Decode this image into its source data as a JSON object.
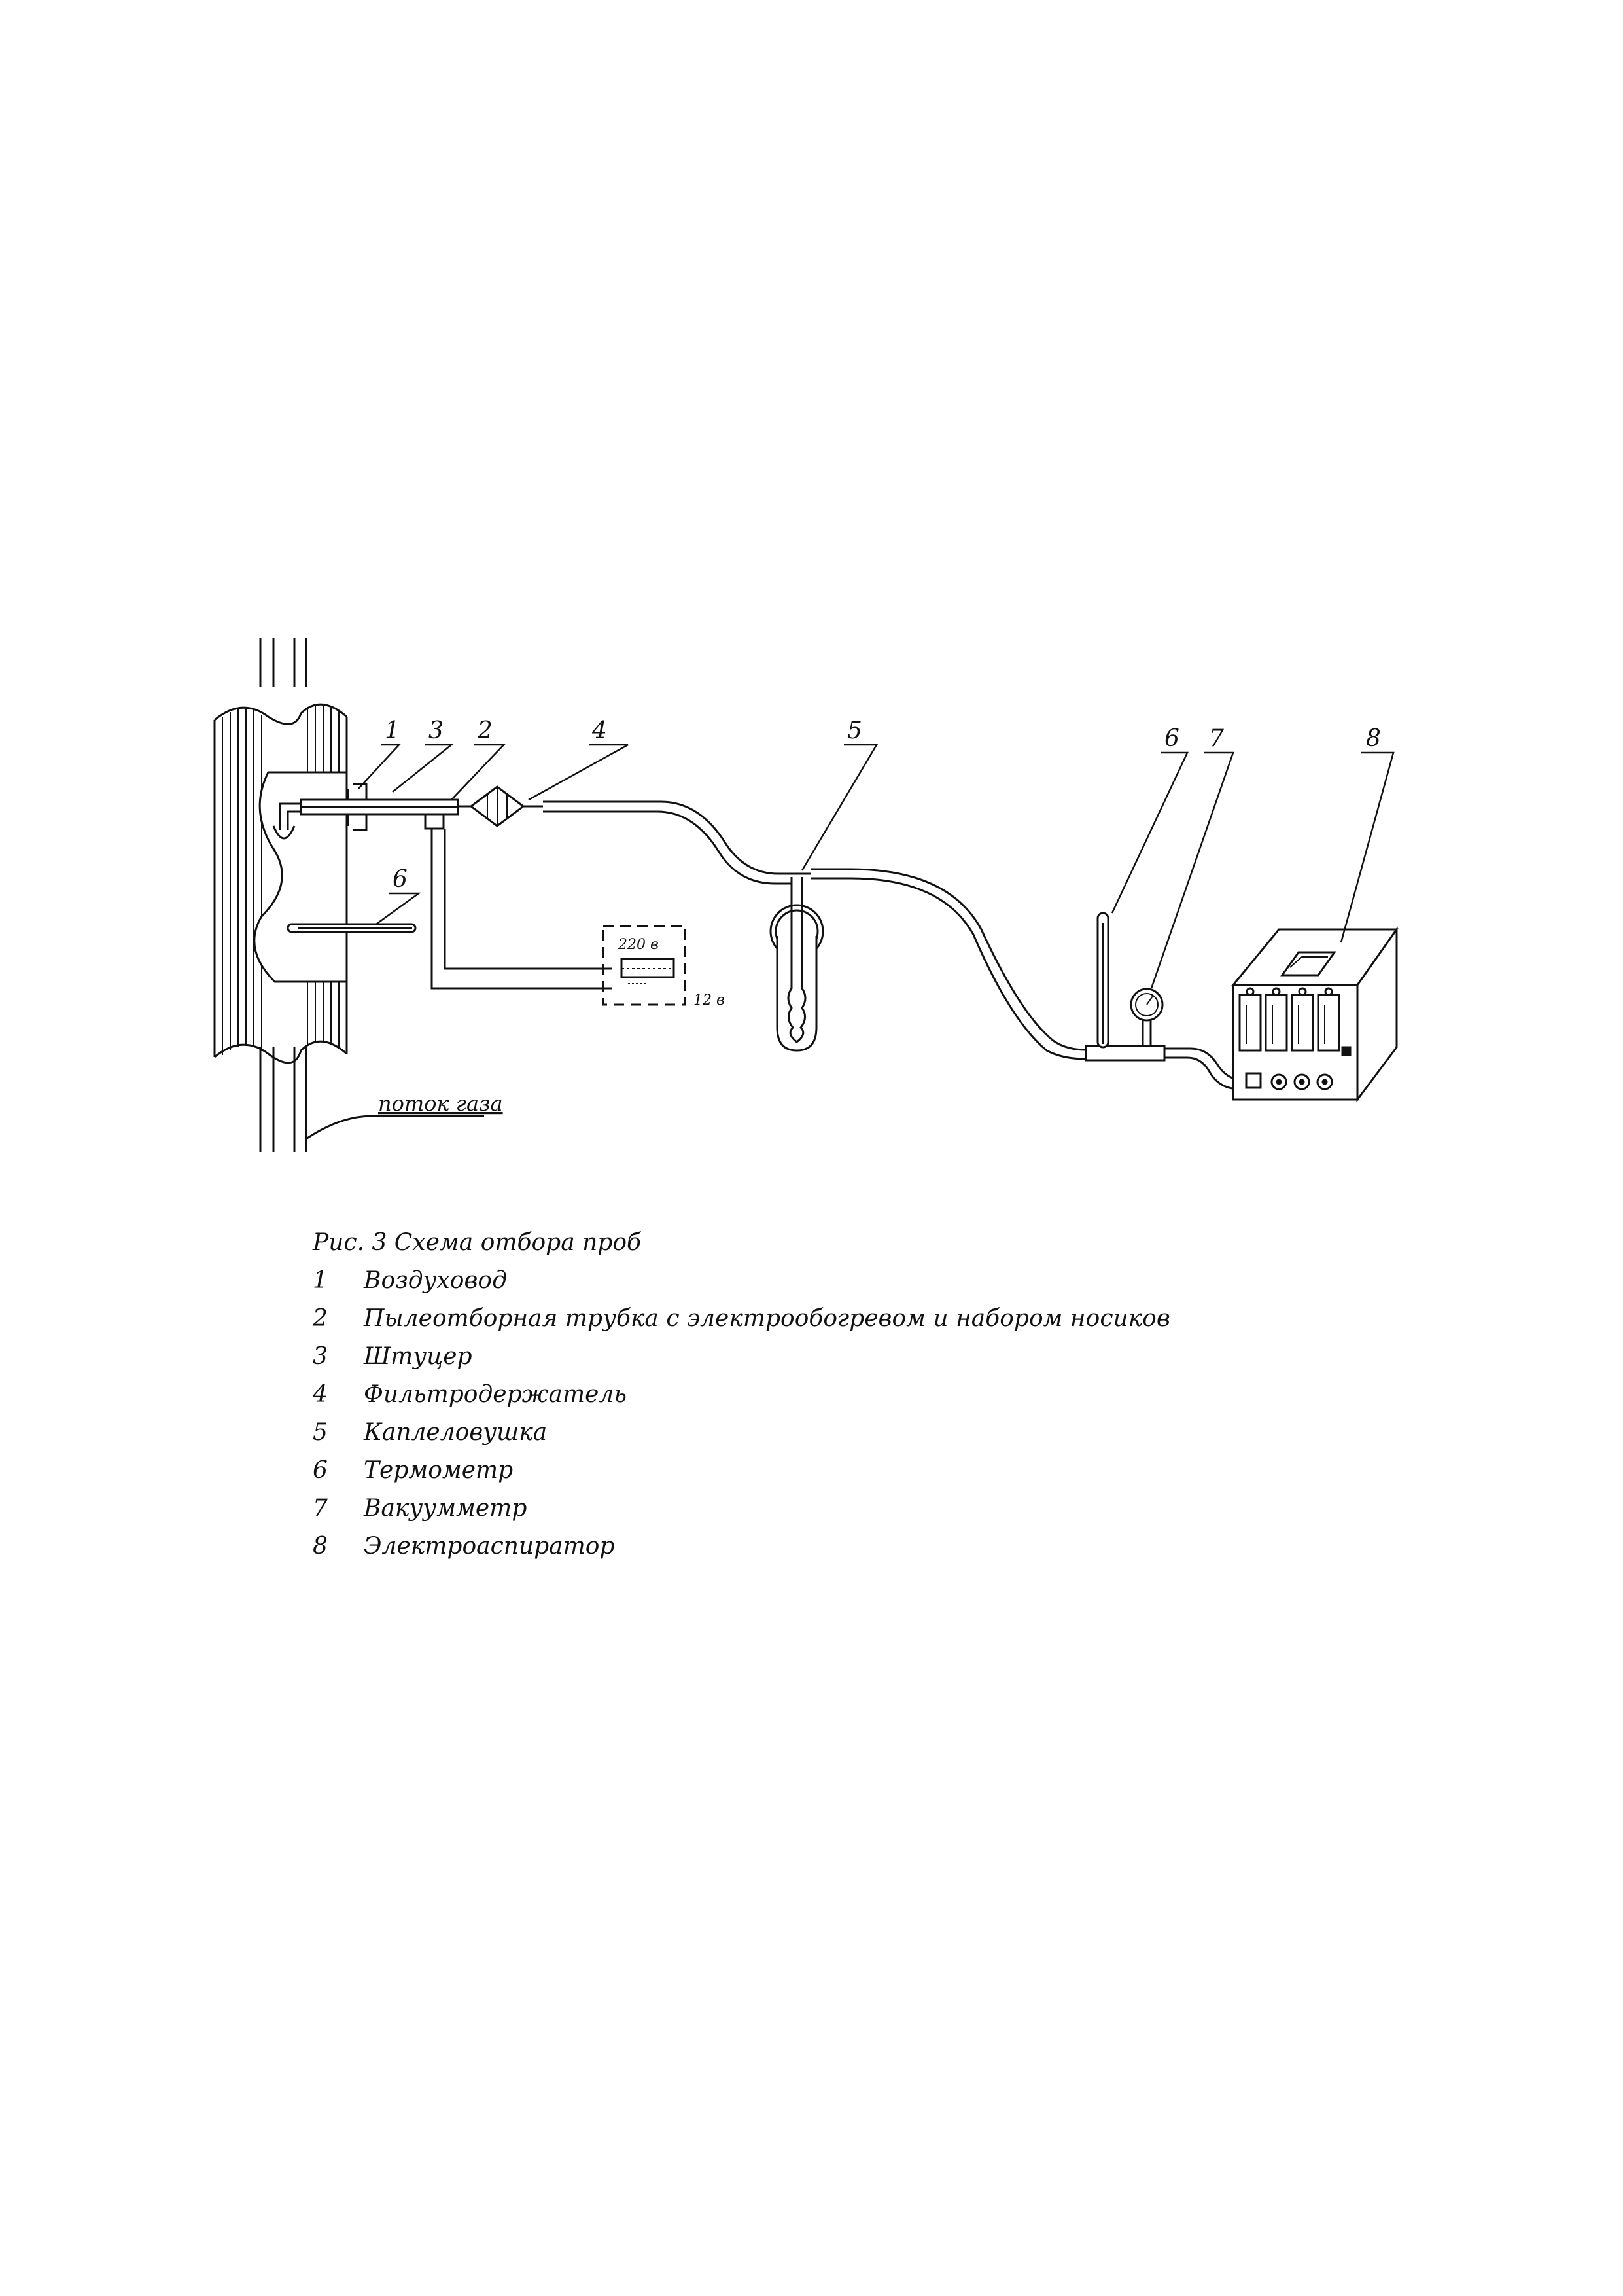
{
  "diagram": {
    "callouts": {
      "c1": "1",
      "c3": "3",
      "c2": "2",
      "c4": "4",
      "c5": "5",
      "c6a": "6",
      "c6b": "6",
      "c7": "7",
      "c8": "8"
    },
    "power_box": {
      "voltage_in": "220 в",
      "voltage_out": "12 в"
    },
    "flow_label": "поток газа"
  },
  "caption": {
    "title": "Рис. 3 Схема отбора проб",
    "legend": [
      {
        "num": "1",
        "label": "Воздуховод"
      },
      {
        "num": "2",
        "label": "Пылеотборная трубка с электрообогревом и набором носиков"
      },
      {
        "num": "3",
        "label": "Штуцер"
      },
      {
        "num": "4",
        "label": "Фильтродержатель"
      },
      {
        "num": "5",
        "label": "Каплеловушка"
      },
      {
        "num": "6",
        "label": "Термометр"
      },
      {
        "num": "7",
        "label": "Вакуумметр"
      },
      {
        "num": "8",
        "label": "Электроаспиратор"
      }
    ]
  }
}
